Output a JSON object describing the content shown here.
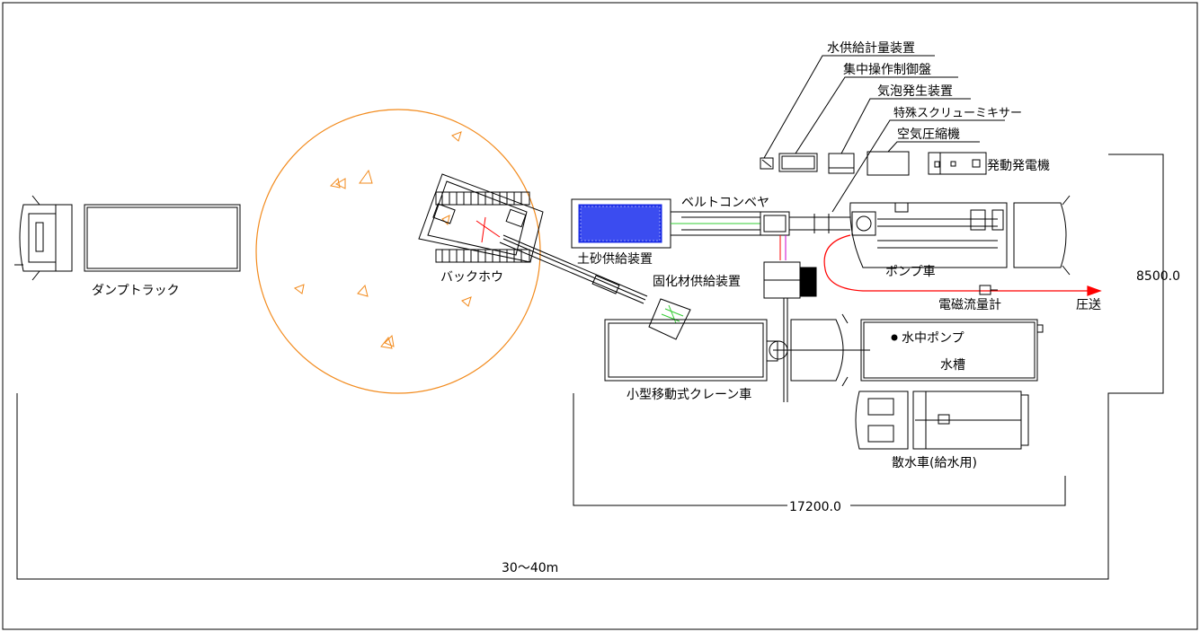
{
  "labels": {
    "water_meter": "水供給計量装置",
    "control_panel": "集中操作制御盤",
    "foam_generator": "気泡発生装置",
    "screw_mixer": "特殊スクリューミキサー",
    "air_compressor": "空気圧縮機",
    "generator": "発動発電機",
    "belt_conveyor": "ベルトコンベヤ",
    "soil_feeder": "土砂供給装置",
    "solidifier_feeder": "固化材供給装置",
    "pump_truck": "ポンプ車",
    "flow_meter": "電磁流量計",
    "pressure_feed": "圧送",
    "dump_truck": "ダンプトラック",
    "backhoe": "バックホウ",
    "submersible_pump": "水中ポンプ",
    "water_tank": "水槽",
    "crane_truck": "小型移動式クレーン車",
    "sprinkler_truck": "散水車(給水用)"
  },
  "dimensions": {
    "width_plant": "17200.0",
    "height_plant": "8500.0",
    "overall": "30～40m"
  },
  "colors": {
    "outline": "#000000",
    "swing_radius": "#f28a1c",
    "soil_hopper": "#1c2ee6",
    "feed_line": "#ff0000",
    "bucket": "#33cc33"
  }
}
